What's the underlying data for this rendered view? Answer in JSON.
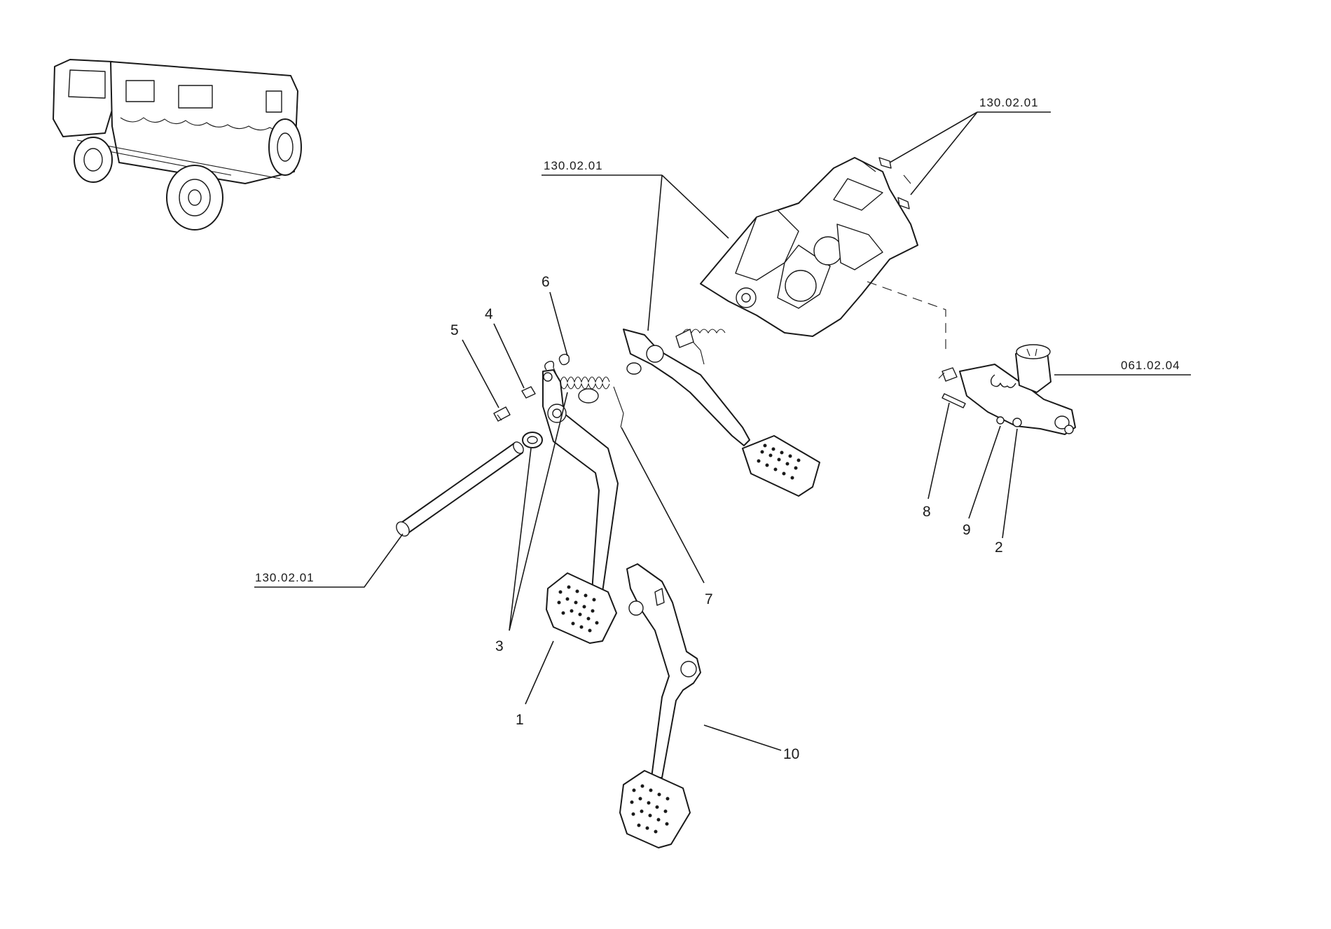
{
  "parts": {
    "p1": "1",
    "p2": "2",
    "p3": "3",
    "p4": "4",
    "p5": "5",
    "p6": "6",
    "p7": "7",
    "p8": "8",
    "p9": "9",
    "p10": "10"
  },
  "references": {
    "ref_top_right": "130.02.01",
    "ref_bracket": "130.02.01",
    "ref_shaft": "130.02.01",
    "ref_cylinder": "061.02.04"
  },
  "colors": {
    "ink": "#1a1a1a",
    "paper": "#ffffff"
  }
}
